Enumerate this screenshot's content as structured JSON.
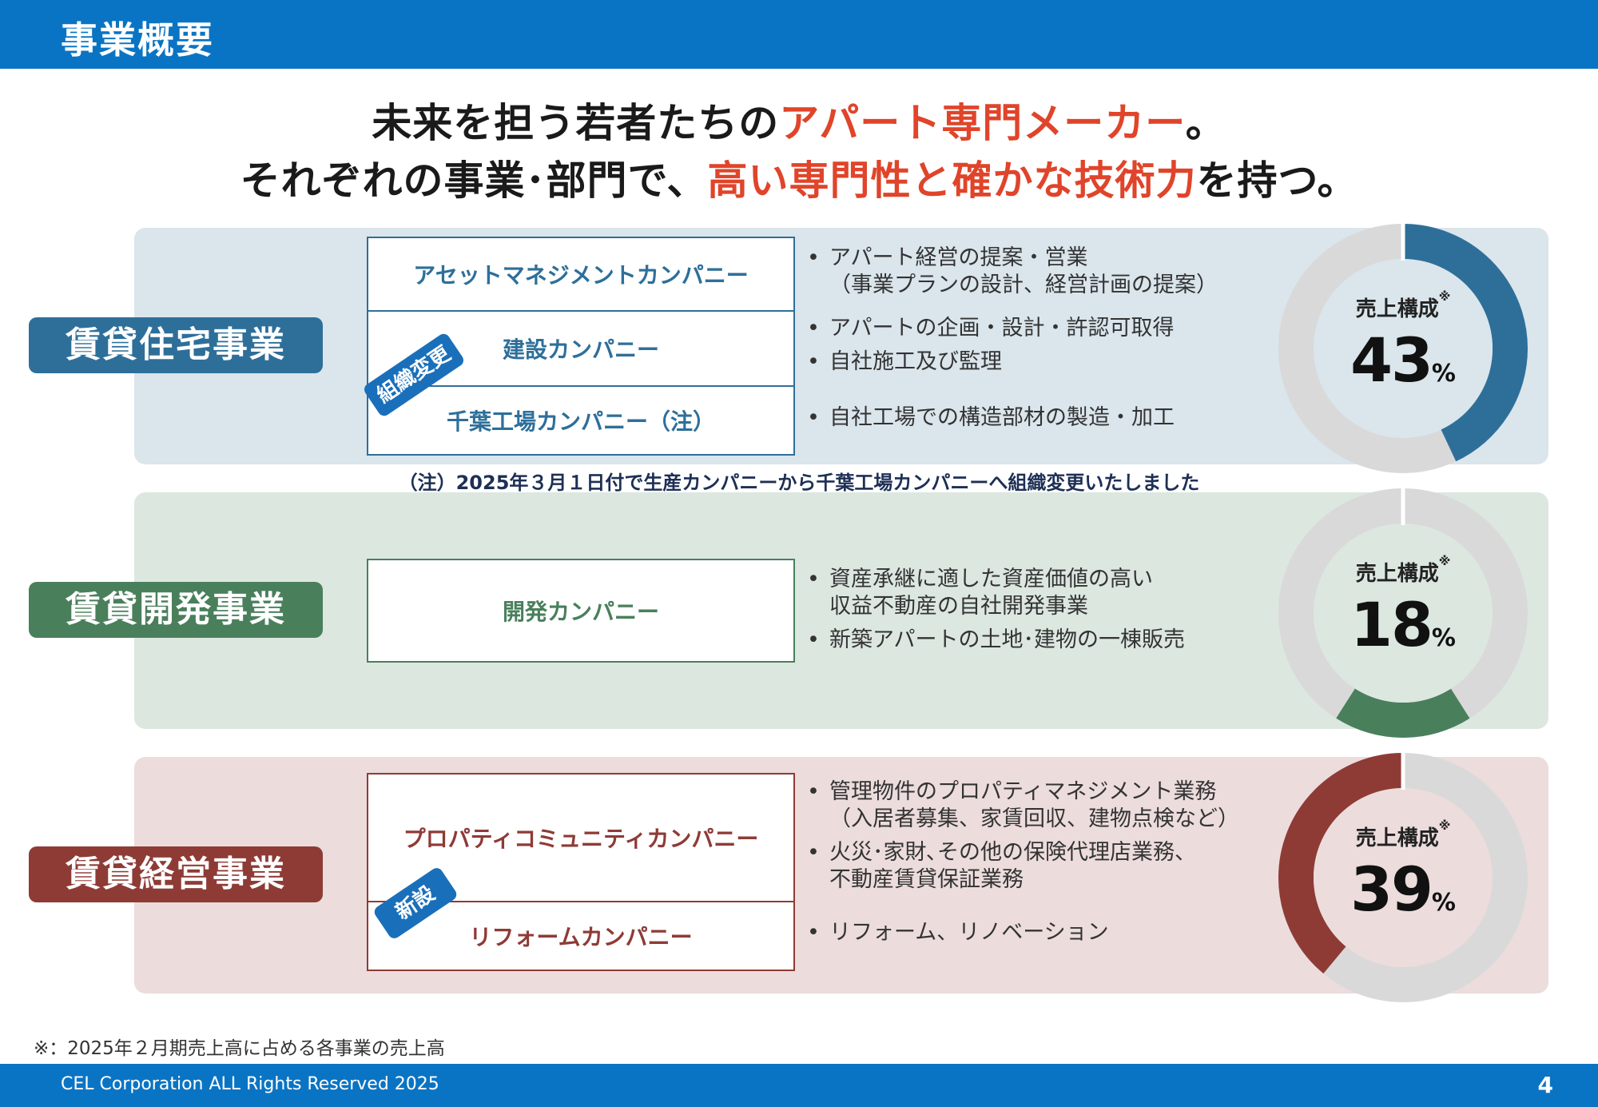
{
  "header": {
    "title": "事業概要"
  },
  "headline": {
    "line1_a": "未来を担う若者たちの",
    "line1_b": "アパート専門メーカー",
    "line1_c": "。",
    "line2_a": "それぞれの事業･部門で、",
    "line2_b": "高い専門性と確かな技術力",
    "line2_c": "を持つ。"
  },
  "colors": {
    "blue": "#2e6f9a",
    "green": "#4a7f5c",
    "red": "#8e3b36",
    "accent_red": "#e0442a",
    "brand": "#0a74c4"
  },
  "segments": [
    {
      "name": "賃貸住宅事業",
      "companies": [
        "アセットマネジメントカンパニー",
        "建設カンパニー",
        "千葉工場カンパニー（注）"
      ],
      "badge": "組織変更",
      "bullets": [
        {
          "line1": "アパート経営の提案・営業",
          "line2": "（事業プランの設計、経営計画の提案）"
        },
        {
          "line1": "アパートの企画・設計・許認可取得"
        },
        {
          "line1": "自社施工及び監理"
        },
        {
          "line1": "自社工場での構造部材の製造・加工"
        }
      ],
      "share_label": "売上構成",
      "share_mark": "※",
      "share_value": "43",
      "share_unit": "%"
    },
    {
      "name": "賃貸開発事業",
      "companies": [
        "開発カンパニー"
      ],
      "bullets": [
        {
          "line1": "資産承継に適した資産価値の高い",
          "line2": "収益不動産の自社開発事業"
        },
        {
          "line1": "新築アパートの土地･建物の一棟販売"
        }
      ],
      "share_label": "売上構成",
      "share_mark": "※",
      "share_value": "18",
      "share_unit": "%"
    },
    {
      "name": "賃貸経営事業",
      "companies": [
        "プロパティコミュニティカンパニー",
        "リフォームカンパニー"
      ],
      "badge": "新設",
      "bullets": [
        {
          "line1": "管理物件のプロパティマネジメント業務",
          "line2": "（入居者募集、家賃回収、建物点検など）"
        },
        {
          "line1": "火災･家財､その他の保険代理店業務、",
          "line2": "不動産賃貸保証業務"
        },
        {
          "line1": "リフォーム、リノベーション"
        }
      ],
      "share_label": "売上構成",
      "share_mark": "※",
      "share_value": "39",
      "share_unit": "%"
    }
  ],
  "note": "（注）2025年３月１日付で生産カンパニーから千葉工場カンパニーへ組織変更いたしました",
  "footnote": "※：2025年２月期売上高に占める各事業の売上高",
  "footer": {
    "copyright": "CEL Corporation ALL Rights Reserved 2025",
    "page": "4"
  },
  "bullet_glyph": "•"
}
